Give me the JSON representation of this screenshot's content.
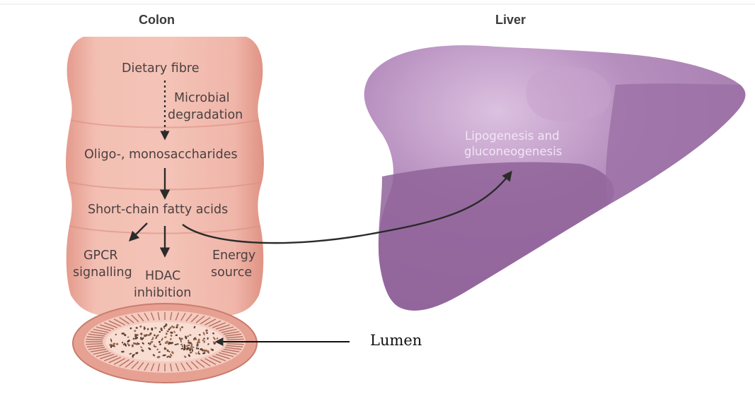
{
  "titles": {
    "colon": "Colon",
    "liver": "Liver"
  },
  "colon": {
    "dietary_fibre": "Dietary fibre",
    "microbial": "Microbial",
    "degradation": "degradation",
    "oligo": "Oligo-, monosaccharides",
    "scfa": "Short-chain fatty acids",
    "gpcr": "GPCR",
    "signalling": "signalling",
    "hdac": "HDAC",
    "inhibition": "inhibition",
    "energy": "Energy",
    "source": "source"
  },
  "liver": {
    "line1": "Lipogenesis and",
    "line2": "gluconeogenesis"
  },
  "lumen_label": "Lumen",
  "colors": {
    "colon_fill": "#eeab9e",
    "liver_fill": "#a87bb0",
    "liver_dark": "#8e5f96",
    "text": "#4a4040"
  }
}
